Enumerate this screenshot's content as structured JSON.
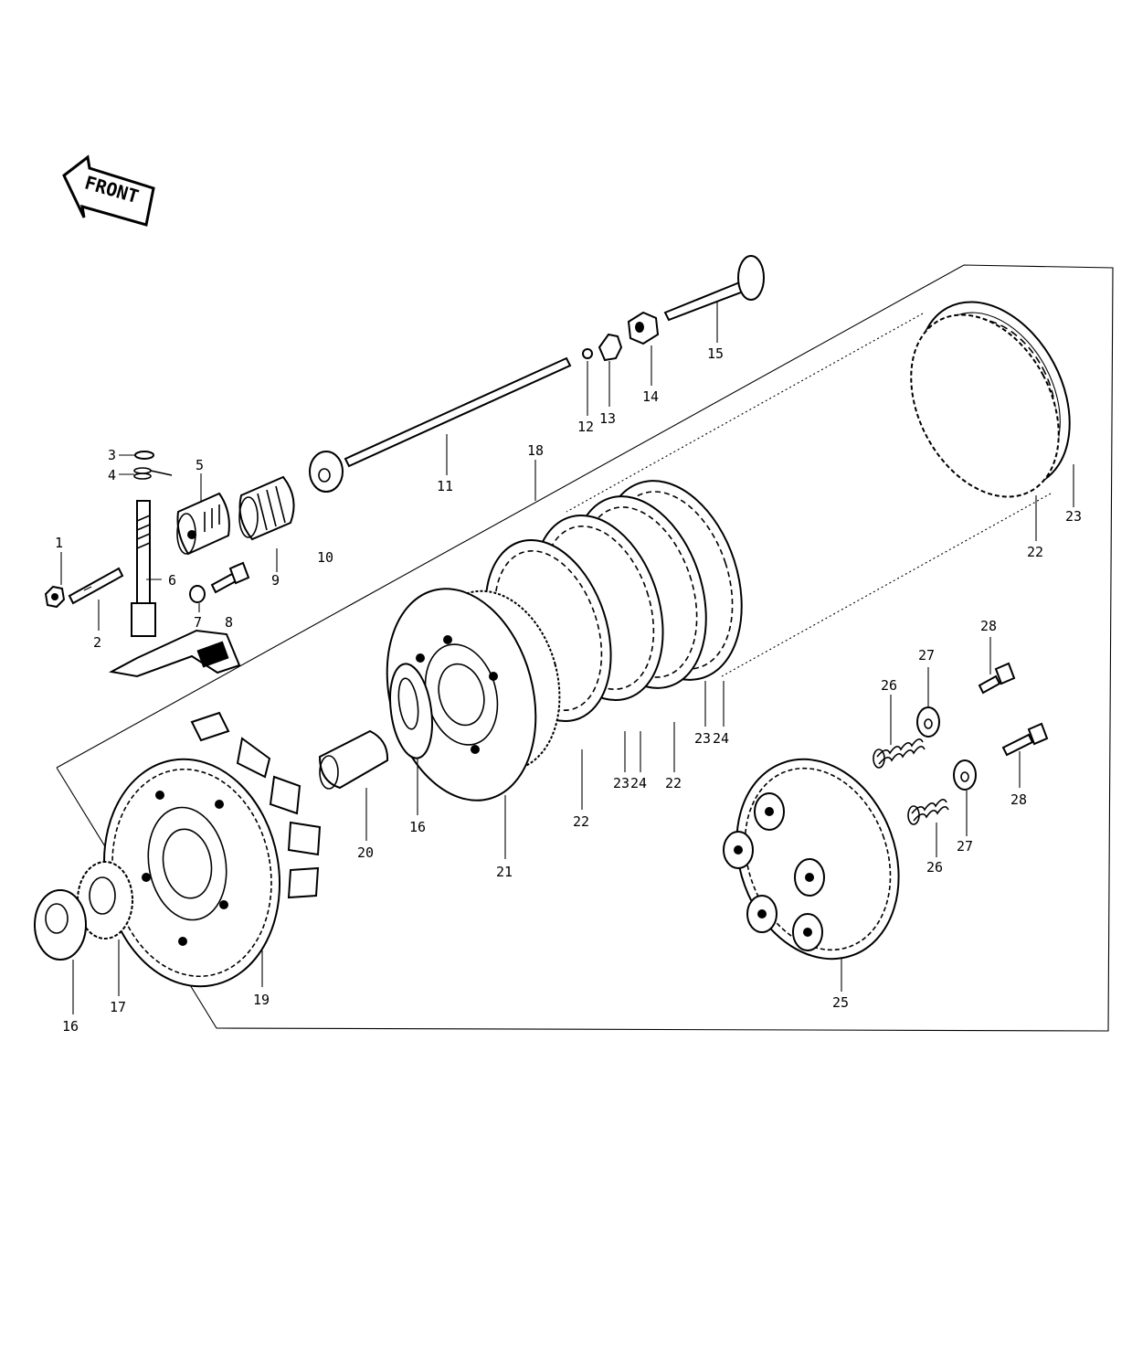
{
  "front_label": "FRONT",
  "callouts": {
    "c1": "1",
    "c2": "2",
    "c3": "3",
    "c4": "4",
    "c5": "5",
    "c6": "6",
    "c7": "7",
    "c8": "8",
    "c9": "9",
    "c10": "10",
    "c11": "11",
    "c12": "12",
    "c13": "13",
    "c14": "14",
    "c15": "15",
    "c16a": "16",
    "c16b": "16",
    "c17": "17",
    "c18": "18",
    "c19": "19",
    "c20": "20",
    "c21": "21",
    "c22a": "22",
    "c22b": "22",
    "c22c": "22",
    "c23a": "23",
    "c23b": "23",
    "c23c": "23",
    "c24a": "24",
    "c24b": "24",
    "c25": "25",
    "c26a": "26",
    "c26b": "26",
    "c27a": "27",
    "c27b": "27",
    "c28a": "28",
    "c28b": "28"
  }
}
